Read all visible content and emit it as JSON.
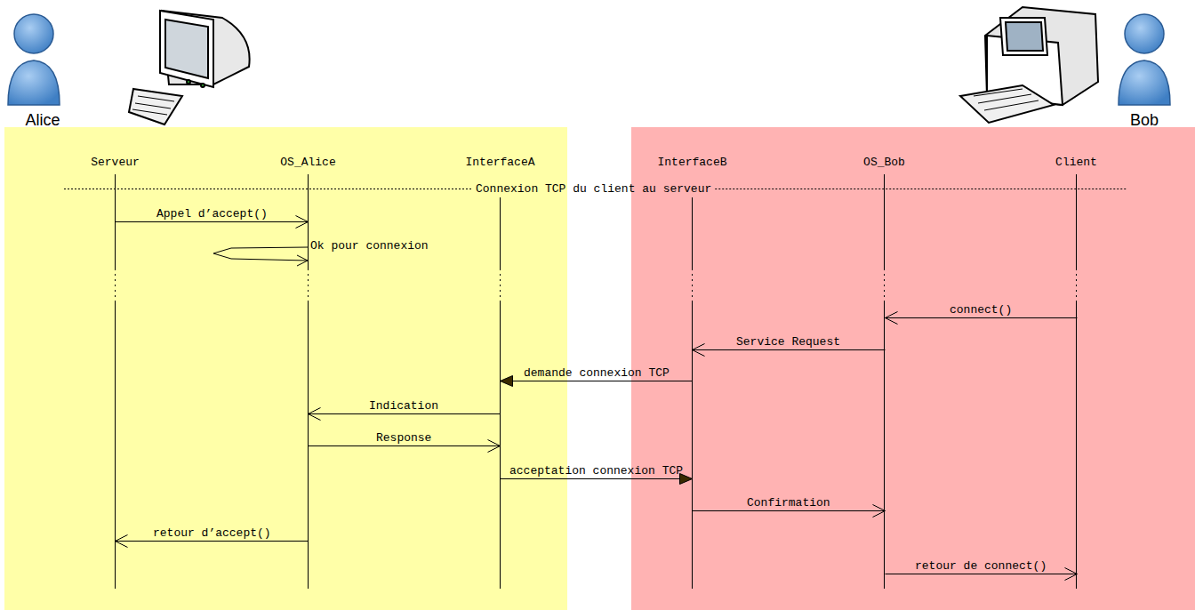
{
  "diagram": {
    "nodes": [
      {
        "text": [
          "Alice"
        ]
      },
      {
        "text": [
          "Serveur"
        ],
        "in": 0
      },
      {
        "text": [
          "OS_Alice"
        ],
        "in": 0
      },
      {
        "text": [
          "InterfaceA"
        ],
        "in": 0
      },
      {
        "text": [
          "Bob"
        ]
      },
      {
        "text": [
          "InterfaceB"
        ],
        "in": 4
      },
      {
        "text": [
          "OS_Bob"
        ],
        "in": 4
      },
      {
        "text": [
          "Client"
        ],
        "in": 4
      }
    ],
    "edges": [
      {
        "from": 1,
        "to": 2,
        "arrow": "to",
        "label": "Appel d’accept()"
      },
      {
        "from": 7,
        "to": 6,
        "arrow": "to",
        "label": "connect()"
      },
      {
        "from": 6,
        "to": 5,
        "arrow": "to",
        "label": "Service Request"
      },
      {
        "from": 5,
        "to": 3,
        "arrow": "to",
        "label": "demande connexion TCP"
      },
      {
        "from": 3,
        "to": 2,
        "arrow": "to",
        "label": "Indication"
      },
      {
        "from": 2,
        "to": 3,
        "arrow": "to",
        "label": "Response"
      },
      {
        "from": 3,
        "to": 5,
        "arrow": "to",
        "label": "acceptation connexion TCP"
      },
      {
        "from": 5,
        "to": 6,
        "arrow": "to",
        "label": "Confirmation"
      },
      {
        "from": 2,
        "to": 1,
        "arrow": "to",
        "label": "retour d’accept()"
      },
      {
        "from": 6,
        "to": 7,
        "arrow": "to",
        "label": "retour de connect()"
      }
    ],
    "labels": [
      "Connexion TCP du client au serveur",
      "Ok pour connexion"
    ]
  }
}
